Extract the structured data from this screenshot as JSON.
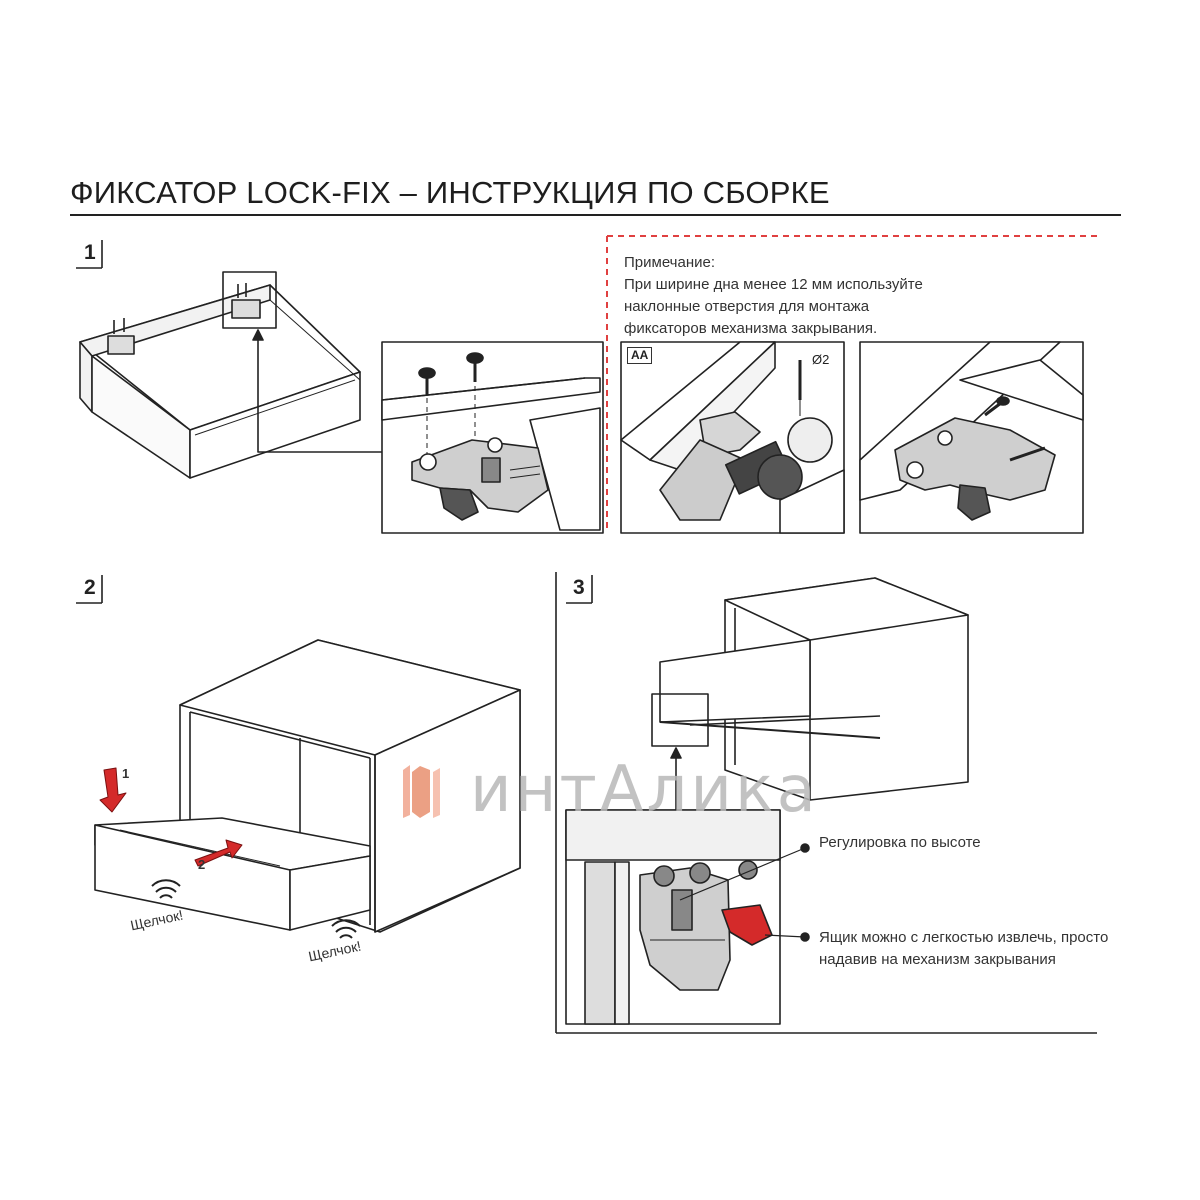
{
  "title": "ФИКСАТОР LOCK-FIX – ИНСТРУКЦИЯ ПО СБОРКЕ",
  "steps": [
    "1",
    "2",
    "3"
  ],
  "note": {
    "heading": "Примечание:",
    "lines": [
      "При ширине дна менее 12 мм используйте",
      "наклонные отверстия для монтажа",
      "фиксаторов механизма закрывания."
    ]
  },
  "detail_label": "AA",
  "drill_label": "Ø2",
  "arrows": [
    "1",
    "2"
  ],
  "click_sound": [
    "Щелчок!",
    "Щелчок!"
  ],
  "callouts": {
    "height": "Регулировка по высоте",
    "release_lines": [
      "Ящик можно с легкостью извлечь, просто",
      "надавив на механизм закрывания"
    ]
  },
  "watermark": "интАлика",
  "colors": {
    "accent": "#d42a2a",
    "line": "#222222",
    "dashed": "#e04040"
  }
}
